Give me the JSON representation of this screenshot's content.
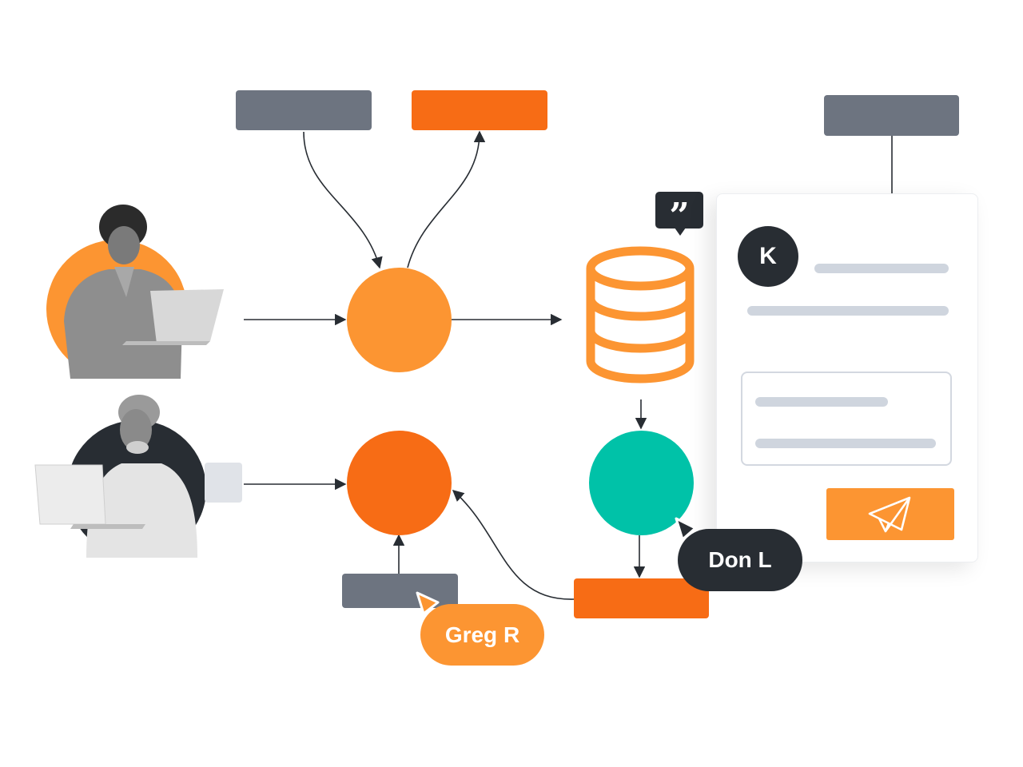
{
  "colors": {
    "gray": "#6d7480",
    "orange": "#f76c15",
    "light_orange": "#fc9532",
    "teal": "#00c2a8",
    "dark": "#282d33",
    "skeleton": "#cfd5de",
    "light_gray_box": "#e0e3e8"
  },
  "diagram": {
    "nodes": [
      {
        "id": "top-gray-box",
        "shape": "rect",
        "color": "gray"
      },
      {
        "id": "top-orange-box",
        "shape": "rect",
        "color": "orange"
      },
      {
        "id": "top-right-gray-box",
        "shape": "rect",
        "color": "gray"
      },
      {
        "id": "process-circle-top",
        "shape": "circle",
        "color": "light_orange"
      },
      {
        "id": "process-circle-bottom",
        "shape": "circle",
        "color": "orange"
      },
      {
        "id": "teal-circle",
        "shape": "circle",
        "color": "teal"
      },
      {
        "id": "database",
        "shape": "database-icon",
        "color": "light_orange"
      },
      {
        "id": "bottom-gray-box",
        "shape": "rect",
        "color": "gray"
      },
      {
        "id": "bottom-orange-box",
        "shape": "rect",
        "color": "orange"
      }
    ],
    "edges": [
      {
        "from": "person-1",
        "to": "process-circle-top"
      },
      {
        "from": "top-gray-box",
        "to": "process-circle-top"
      },
      {
        "from": "process-circle-top",
        "to": "top-orange-box"
      },
      {
        "from": "process-circle-top",
        "to": "database"
      },
      {
        "from": "database",
        "to": "teal-circle"
      },
      {
        "from": "teal-circle",
        "to": "bottom-orange-box"
      },
      {
        "from": "bottom-orange-box",
        "to": "process-circle-bottom"
      },
      {
        "from": "bottom-gray-box",
        "to": "process-circle-bottom"
      },
      {
        "from": "person-2",
        "to": "process-circle-bottom"
      },
      {
        "from": "top-right-gray-box",
        "to": "chat-card"
      }
    ]
  },
  "people": [
    {
      "id": "person-1",
      "description": "man with laptop",
      "backdrop": "light_orange"
    },
    {
      "id": "person-2",
      "description": "older man with laptop",
      "backdrop": "dark"
    }
  ],
  "chat_card": {
    "avatar_initial": "K",
    "send_icon": "paper-plane-icon"
  },
  "quote_icon": "quote-icon",
  "cursors": [
    {
      "name": "Greg R",
      "color": "light_orange"
    },
    {
      "name": "Don L",
      "color": "dark"
    }
  ]
}
